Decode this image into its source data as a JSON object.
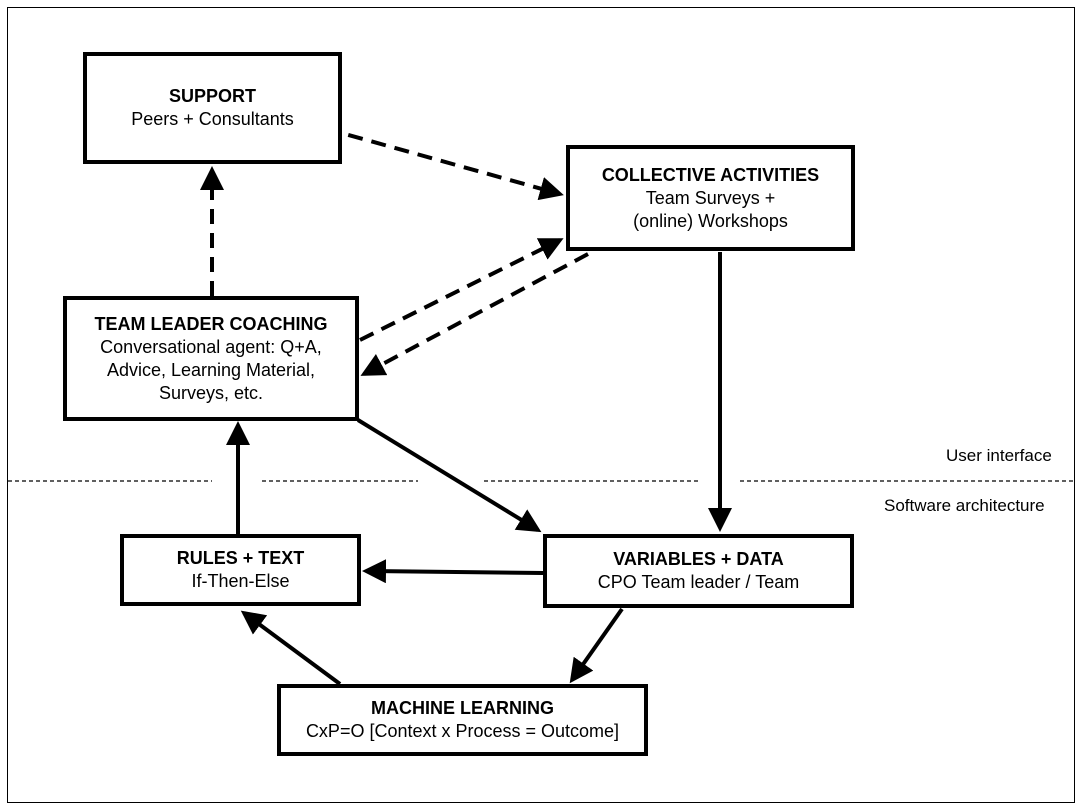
{
  "layers": {
    "upper_label": "User interface",
    "lower_label": "Software architecture"
  },
  "boxes": {
    "support": {
      "title": "SUPPORT",
      "lines": [
        "Peers + Consultants"
      ]
    },
    "collective": {
      "title": "COLLECTIVE ACTIVITIES",
      "lines": [
        "Team Surveys +",
        "(online) Workshops"
      ]
    },
    "coaching": {
      "title": "TEAM LEADER COACHING",
      "lines": [
        "Conversational agent: Q+A,",
        "Advice, Learning Material,",
        "Surveys, etc."
      ]
    },
    "rules": {
      "title": "RULES + TEXT",
      "lines": [
        "If-Then-Else"
      ]
    },
    "variables": {
      "title": "VARIABLES + DATA",
      "lines": [
        "CPO Team leader / Team"
      ]
    },
    "ml": {
      "title": "MACHINE LEARNING",
      "lines": [
        "CxP=O [Context x Process = Outcome]"
      ]
    }
  },
  "connections": [
    {
      "from": "coaching",
      "to": "support",
      "style": "dashed"
    },
    {
      "from": "support",
      "to": "collective",
      "style": "dashed"
    },
    {
      "from": "coaching",
      "to": "collective",
      "style": "dashed"
    },
    {
      "from": "collective",
      "to": "coaching",
      "style": "dashed"
    },
    {
      "from": "collective",
      "to": "variables",
      "style": "solid"
    },
    {
      "from": "coaching",
      "to": "variables",
      "style": "solid"
    },
    {
      "from": "variables",
      "to": "rules",
      "style": "solid"
    },
    {
      "from": "rules",
      "to": "coaching",
      "style": "solid"
    },
    {
      "from": "variables",
      "to": "ml",
      "style": "solid"
    },
    {
      "from": "ml",
      "to": "rules",
      "style": "solid"
    }
  ],
  "colors": {
    "stroke": "#000000",
    "background": "#ffffff"
  }
}
